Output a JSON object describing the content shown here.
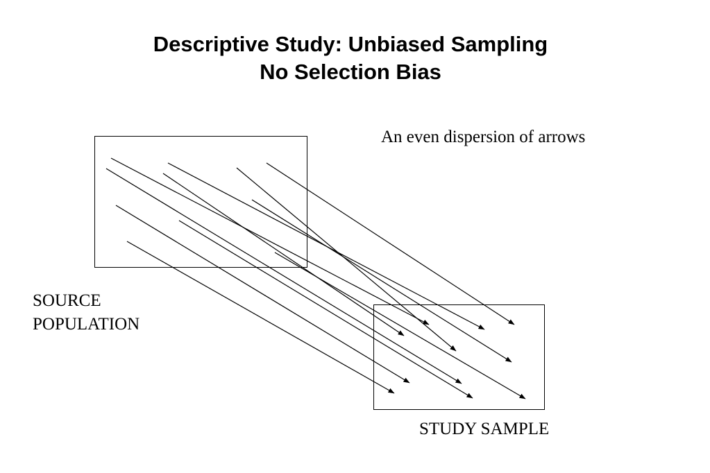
{
  "slide": {
    "title_line1": "Descriptive Study:  Unbiased Sampling",
    "title_line2": "No Selection Bias",
    "annotation": "An even dispersion of arrows",
    "source_label_line1": "SOURCE",
    "source_label_line2": "POPULATION",
    "sample_label": "STUDY SAMPLE"
  },
  "colors": {
    "stroke": "#000000",
    "background": "#ffffff"
  }
}
